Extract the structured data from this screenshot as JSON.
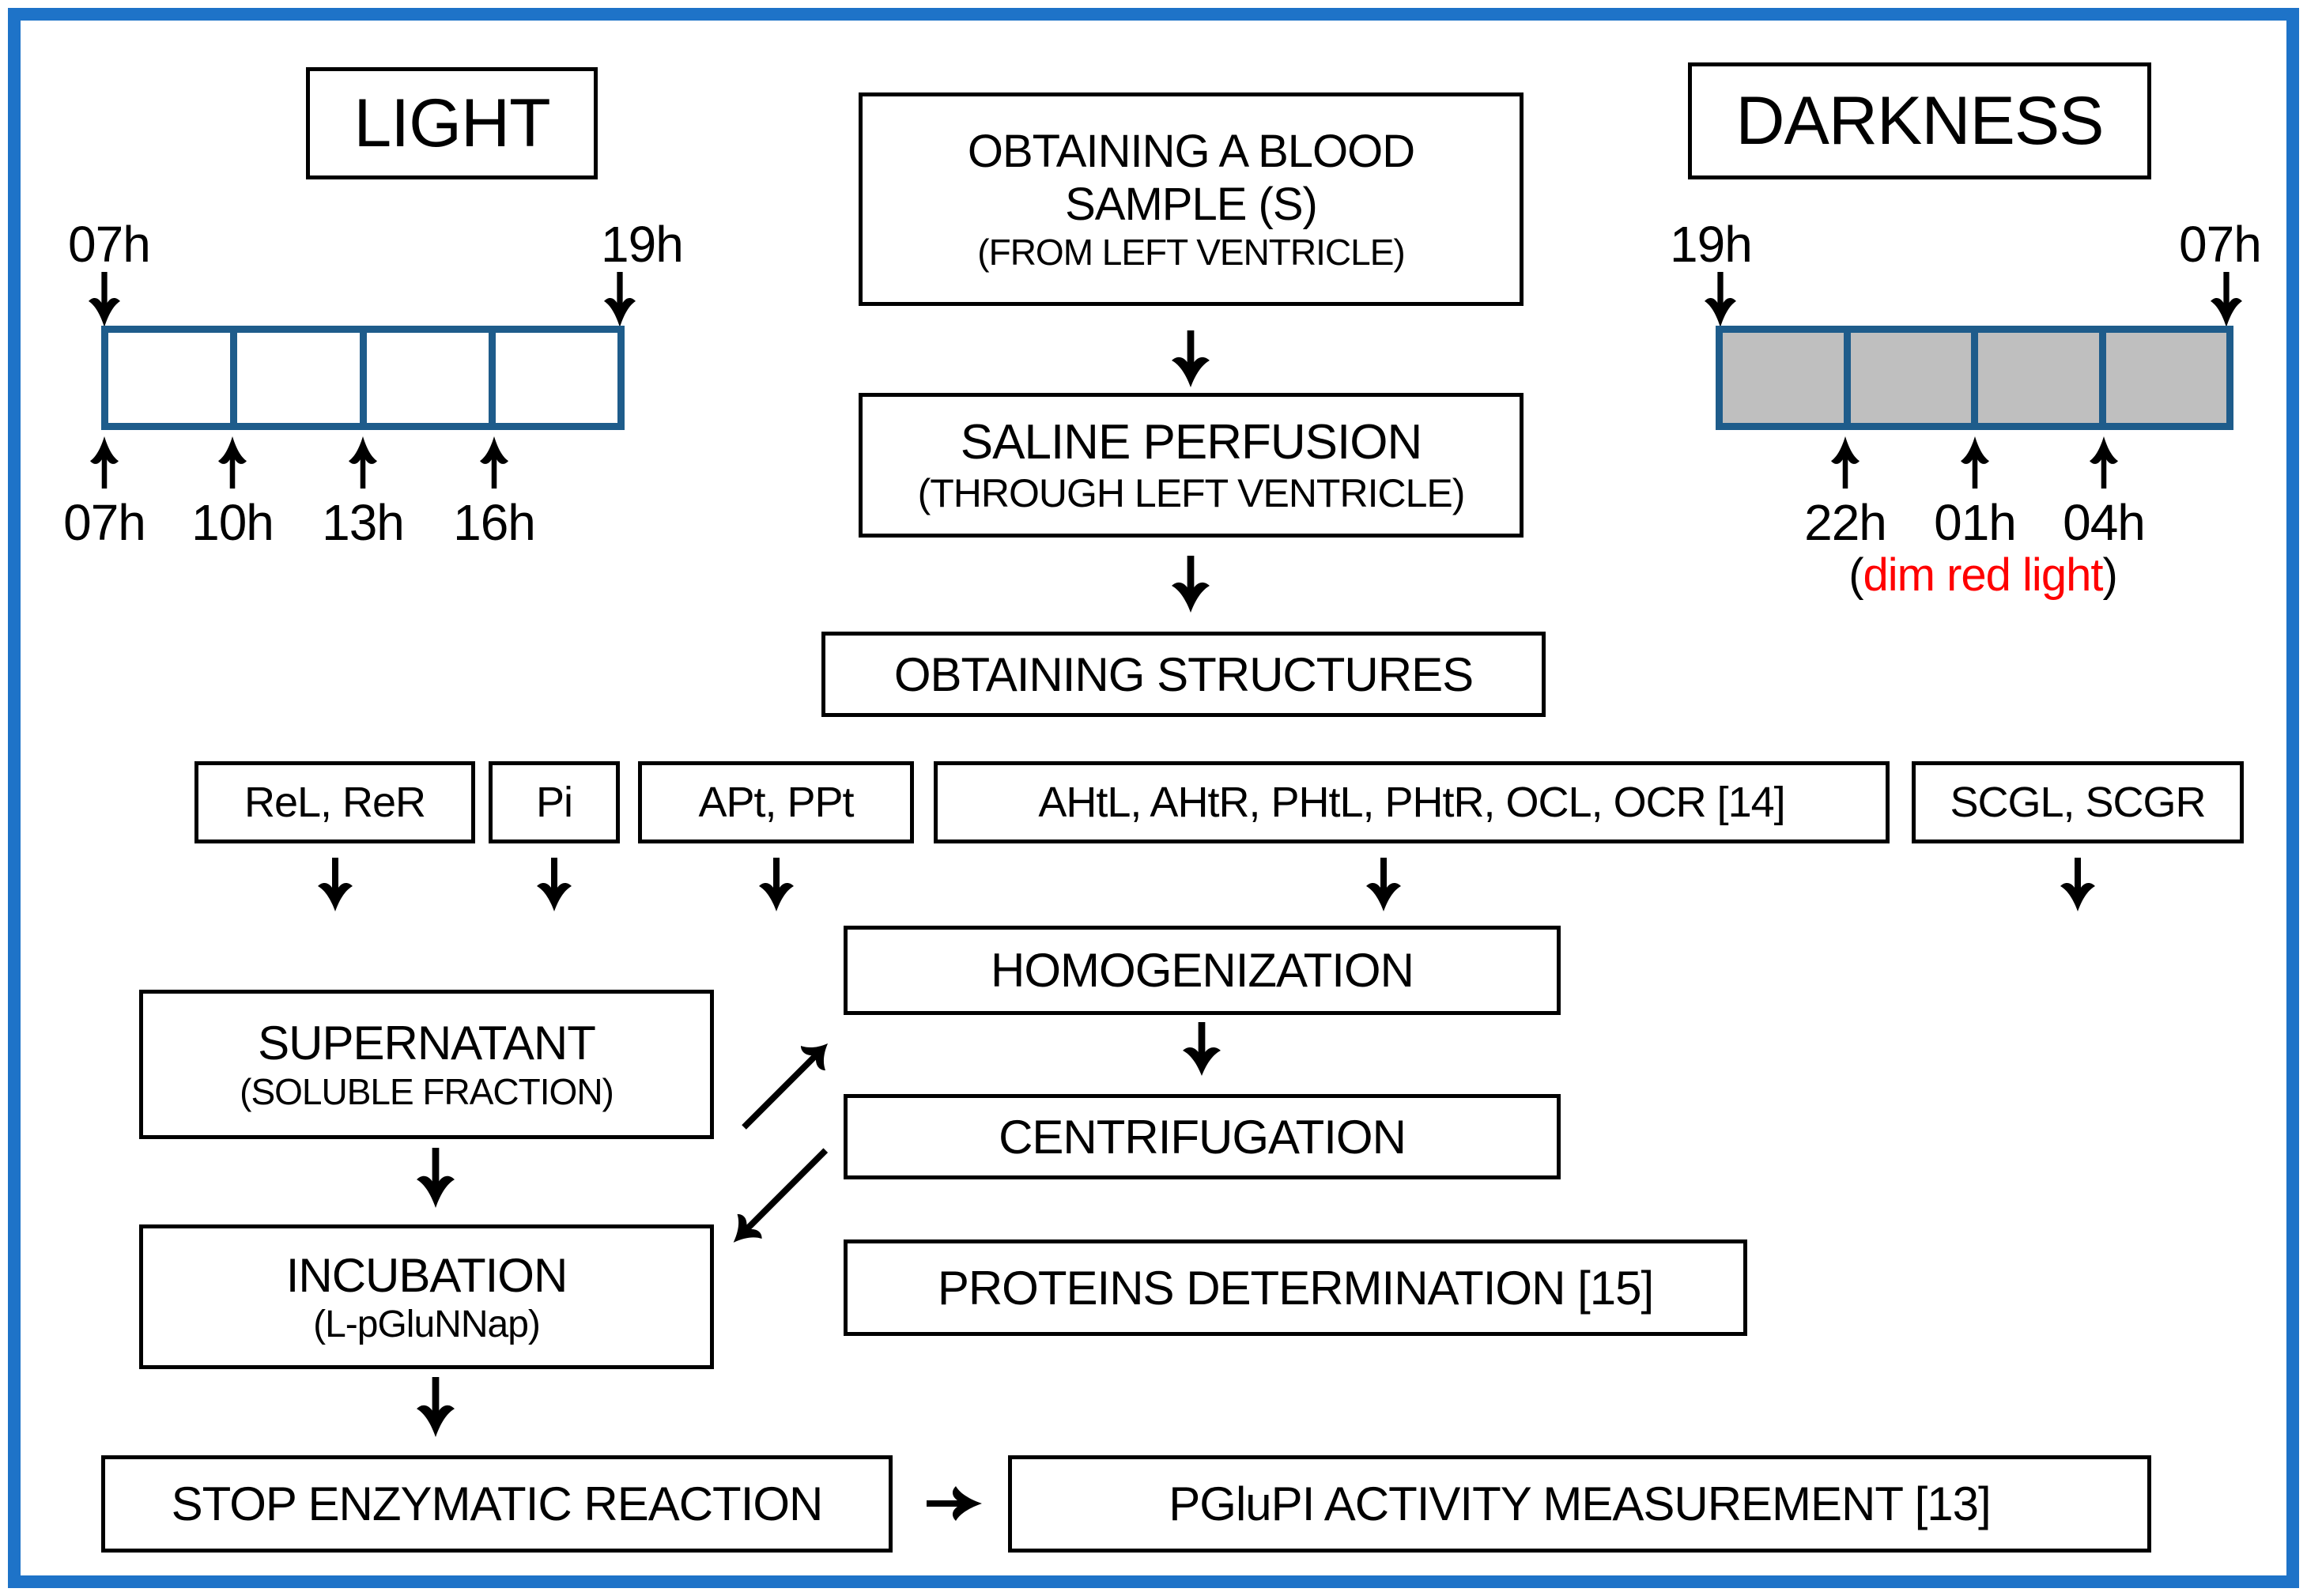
{
  "colors": {
    "frame_blue": "#1E73C8",
    "bar_border_blue": "#1E5C8B",
    "darkness_fill_gray": "#BFBFBF",
    "note_red": "#FF0000"
  },
  "light": {
    "title": "LIGHT",
    "top_left_label": "07h",
    "top_right_label": "19h",
    "ticks": [
      "07h",
      "10h",
      "13h",
      "16h"
    ]
  },
  "dark": {
    "title": "DARKNESS",
    "top_left_label": "19h",
    "top_right_label": "07h",
    "ticks": [
      "22h",
      "01h",
      "04h"
    ],
    "note_prefix": "(",
    "note_text": "dim red light",
    "note_suffix": ")"
  },
  "flow": {
    "blood_line1": "OBTAINING A BLOOD",
    "blood_line2": "SAMPLE (S)",
    "blood_line3": "(FROM LEFT VENTRICLE)",
    "saline_line1": "SALINE PERFUSION",
    "saline_line2": "(THROUGH LEFT VENTRICLE)",
    "structures": "OBTAINING STRUCTURES",
    "tissues": [
      "ReL, ReR",
      "Pi",
      "APt, PPt",
      "AHtL, AHtR, PHtL, PHtR, OCL, OCR [14]",
      "SCGL, SCGR"
    ],
    "homogenization": "HOMOGENIZATION",
    "supernatant_line1": "SUPERNATANT",
    "supernatant_line2": "(SOLUBLE FRACTION)",
    "centrifugation": "CENTRIFUGATION",
    "incubation_line1": "INCUBATION",
    "incubation_line2": "(L-pGluNNap)",
    "proteins": "PROTEINS DETERMINATION [15]",
    "stop": "STOP ENZYMATIC REACTION",
    "measurement": "PGluPI ACTIVITY MEASUREMENT [13]"
  }
}
